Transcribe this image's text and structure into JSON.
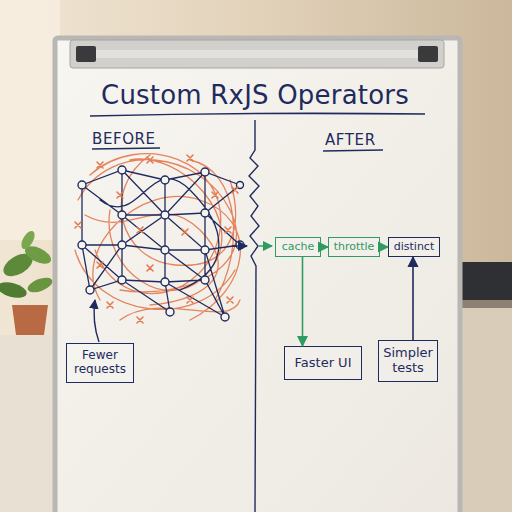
{
  "diagram": {
    "title": "Custom RxJS Operators",
    "nodes": [
      {
        "text": [
          "cache"
        ]
      },
      {
        "text": [
          "throttle"
        ]
      },
      {
        "text": [
          "distinct"
        ]
      },
      {
        "text": [
          "Fewer requests"
        ]
      },
      {
        "text": [
          "Faster UI"
        ]
      },
      {
        "text": [
          "Simpler tests"
        ]
      }
    ],
    "edges": [
      {
        "from": 0,
        "to": 1,
        "arrow": "to"
      },
      {
        "from": 1,
        "to": 2,
        "arrow": "to"
      },
      {
        "from": 0,
        "to": 4,
        "arrow": "to"
      },
      {
        "from": 5,
        "to": 2,
        "arrow": "to"
      }
    ],
    "labels": [
      "BEFORE",
      "AFTER"
    ]
  }
}
